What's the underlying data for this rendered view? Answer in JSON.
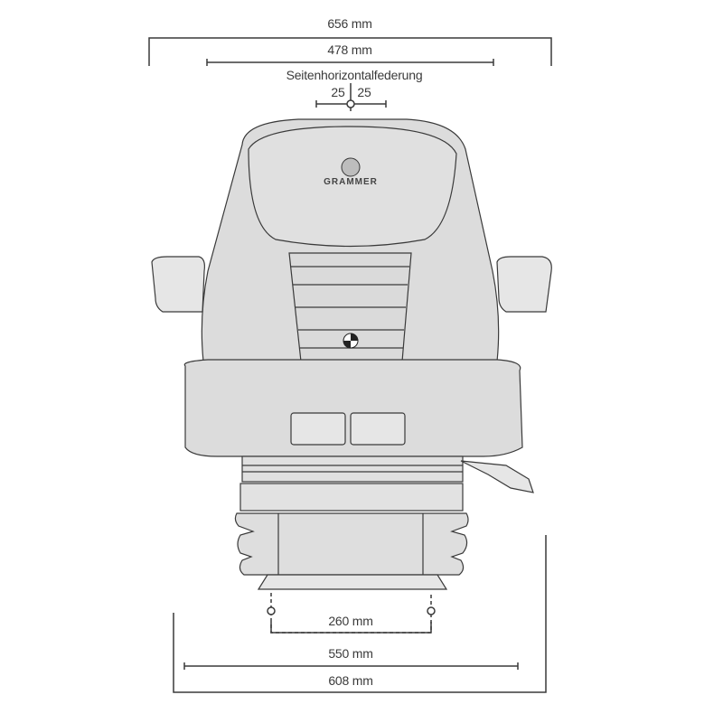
{
  "diagram": {
    "subject": "Grammer seat front view dimension drawing",
    "brand_logo_text": "GRAMMER",
    "colors": {
      "line": "#3a3a3a",
      "fill": "#dcdcdc",
      "fill_light": "#e6e6e6",
      "background": "#ffffff"
    },
    "dimensions": {
      "top_overall": "656 mm",
      "top_backrest": "478 mm",
      "lateral_suspension_label": "Seitenhorizontalfederung",
      "lateral_left": "25",
      "lateral_right": "25",
      "mount_spacing": "260 mm",
      "base_width": "550 mm",
      "bottom_overall": "608 mm"
    }
  }
}
